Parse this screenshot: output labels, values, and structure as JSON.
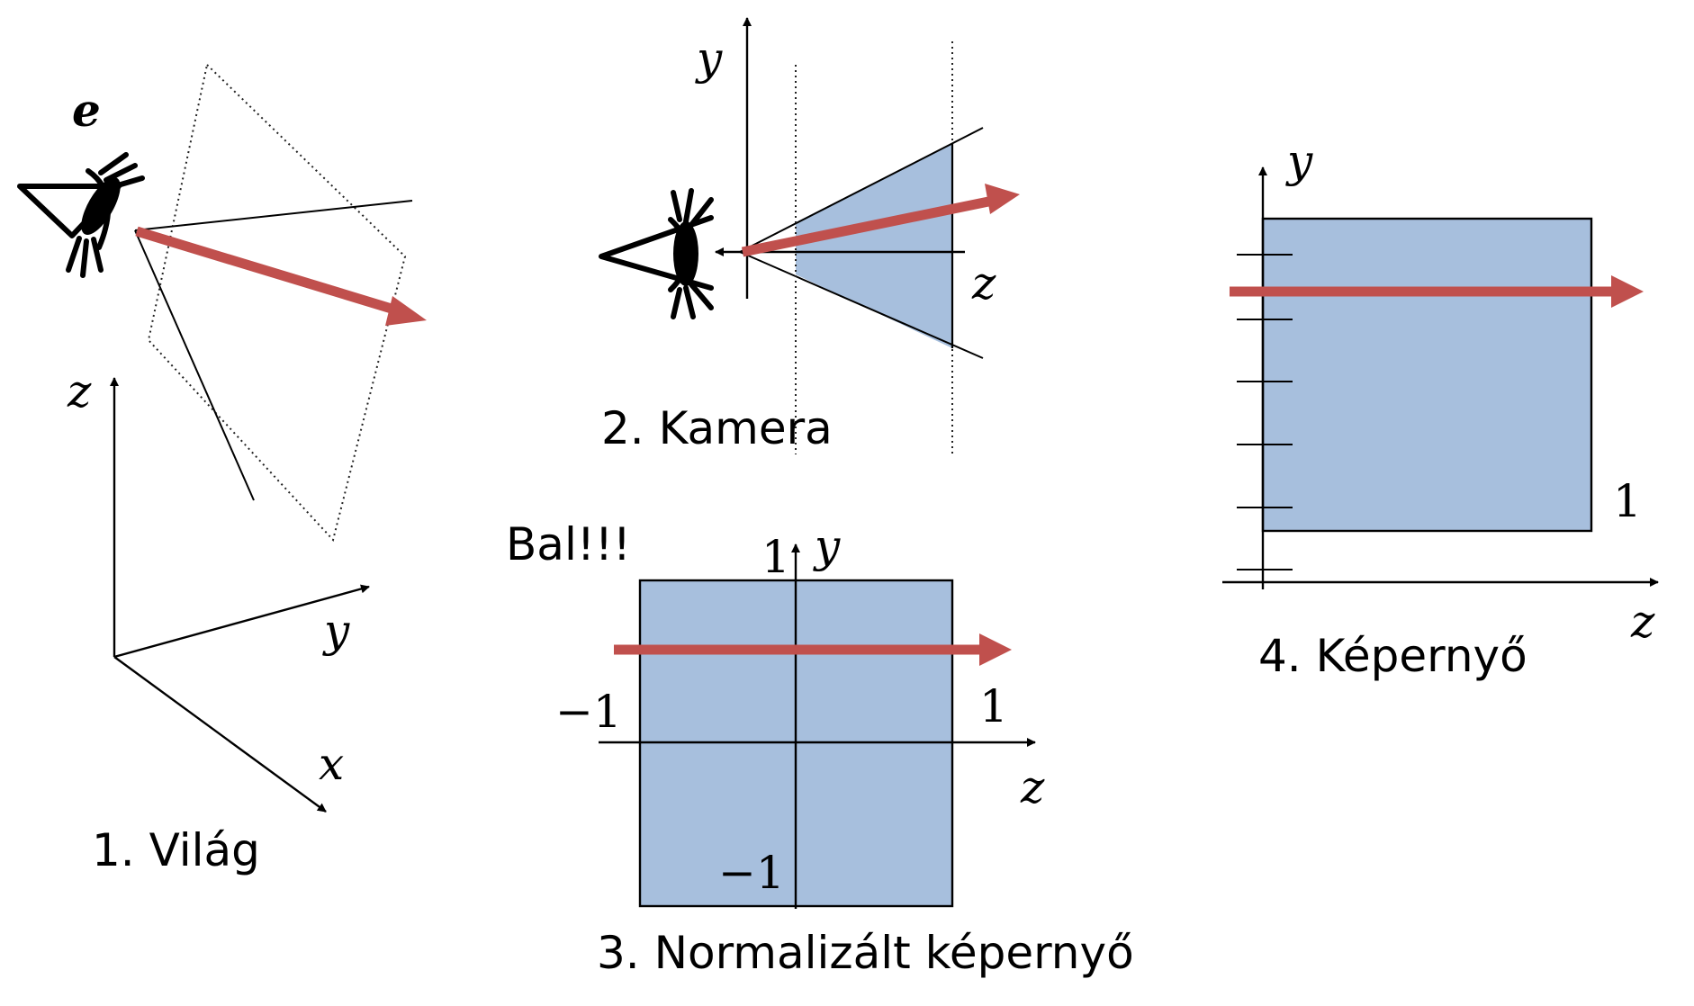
{
  "colors": {
    "frustum_fill": "#a7bfdd",
    "ray": "#c0504d",
    "line": "#000000"
  },
  "panel1": {
    "caption": "1. Világ",
    "eye_label": "e",
    "axis_z": "z",
    "axis_y": "y",
    "axis_x": "x"
  },
  "panel2": {
    "caption": "2. Kamera",
    "axis_y": "y",
    "axis_z": "z"
  },
  "panel3": {
    "caption": "3. Normalizált képernyő",
    "note": "Bal!!!",
    "axis_y": "y",
    "axis_z": "z",
    "tick_top": "1",
    "tick_left": "−1",
    "tick_right": "1",
    "tick_bottom": "−1"
  },
  "panel4": {
    "caption": "4. Képernyő",
    "axis_y": "y",
    "axis_z": "z",
    "tick_right": "1"
  },
  "icons": [
    "eye-icon",
    "eye-icon"
  ]
}
